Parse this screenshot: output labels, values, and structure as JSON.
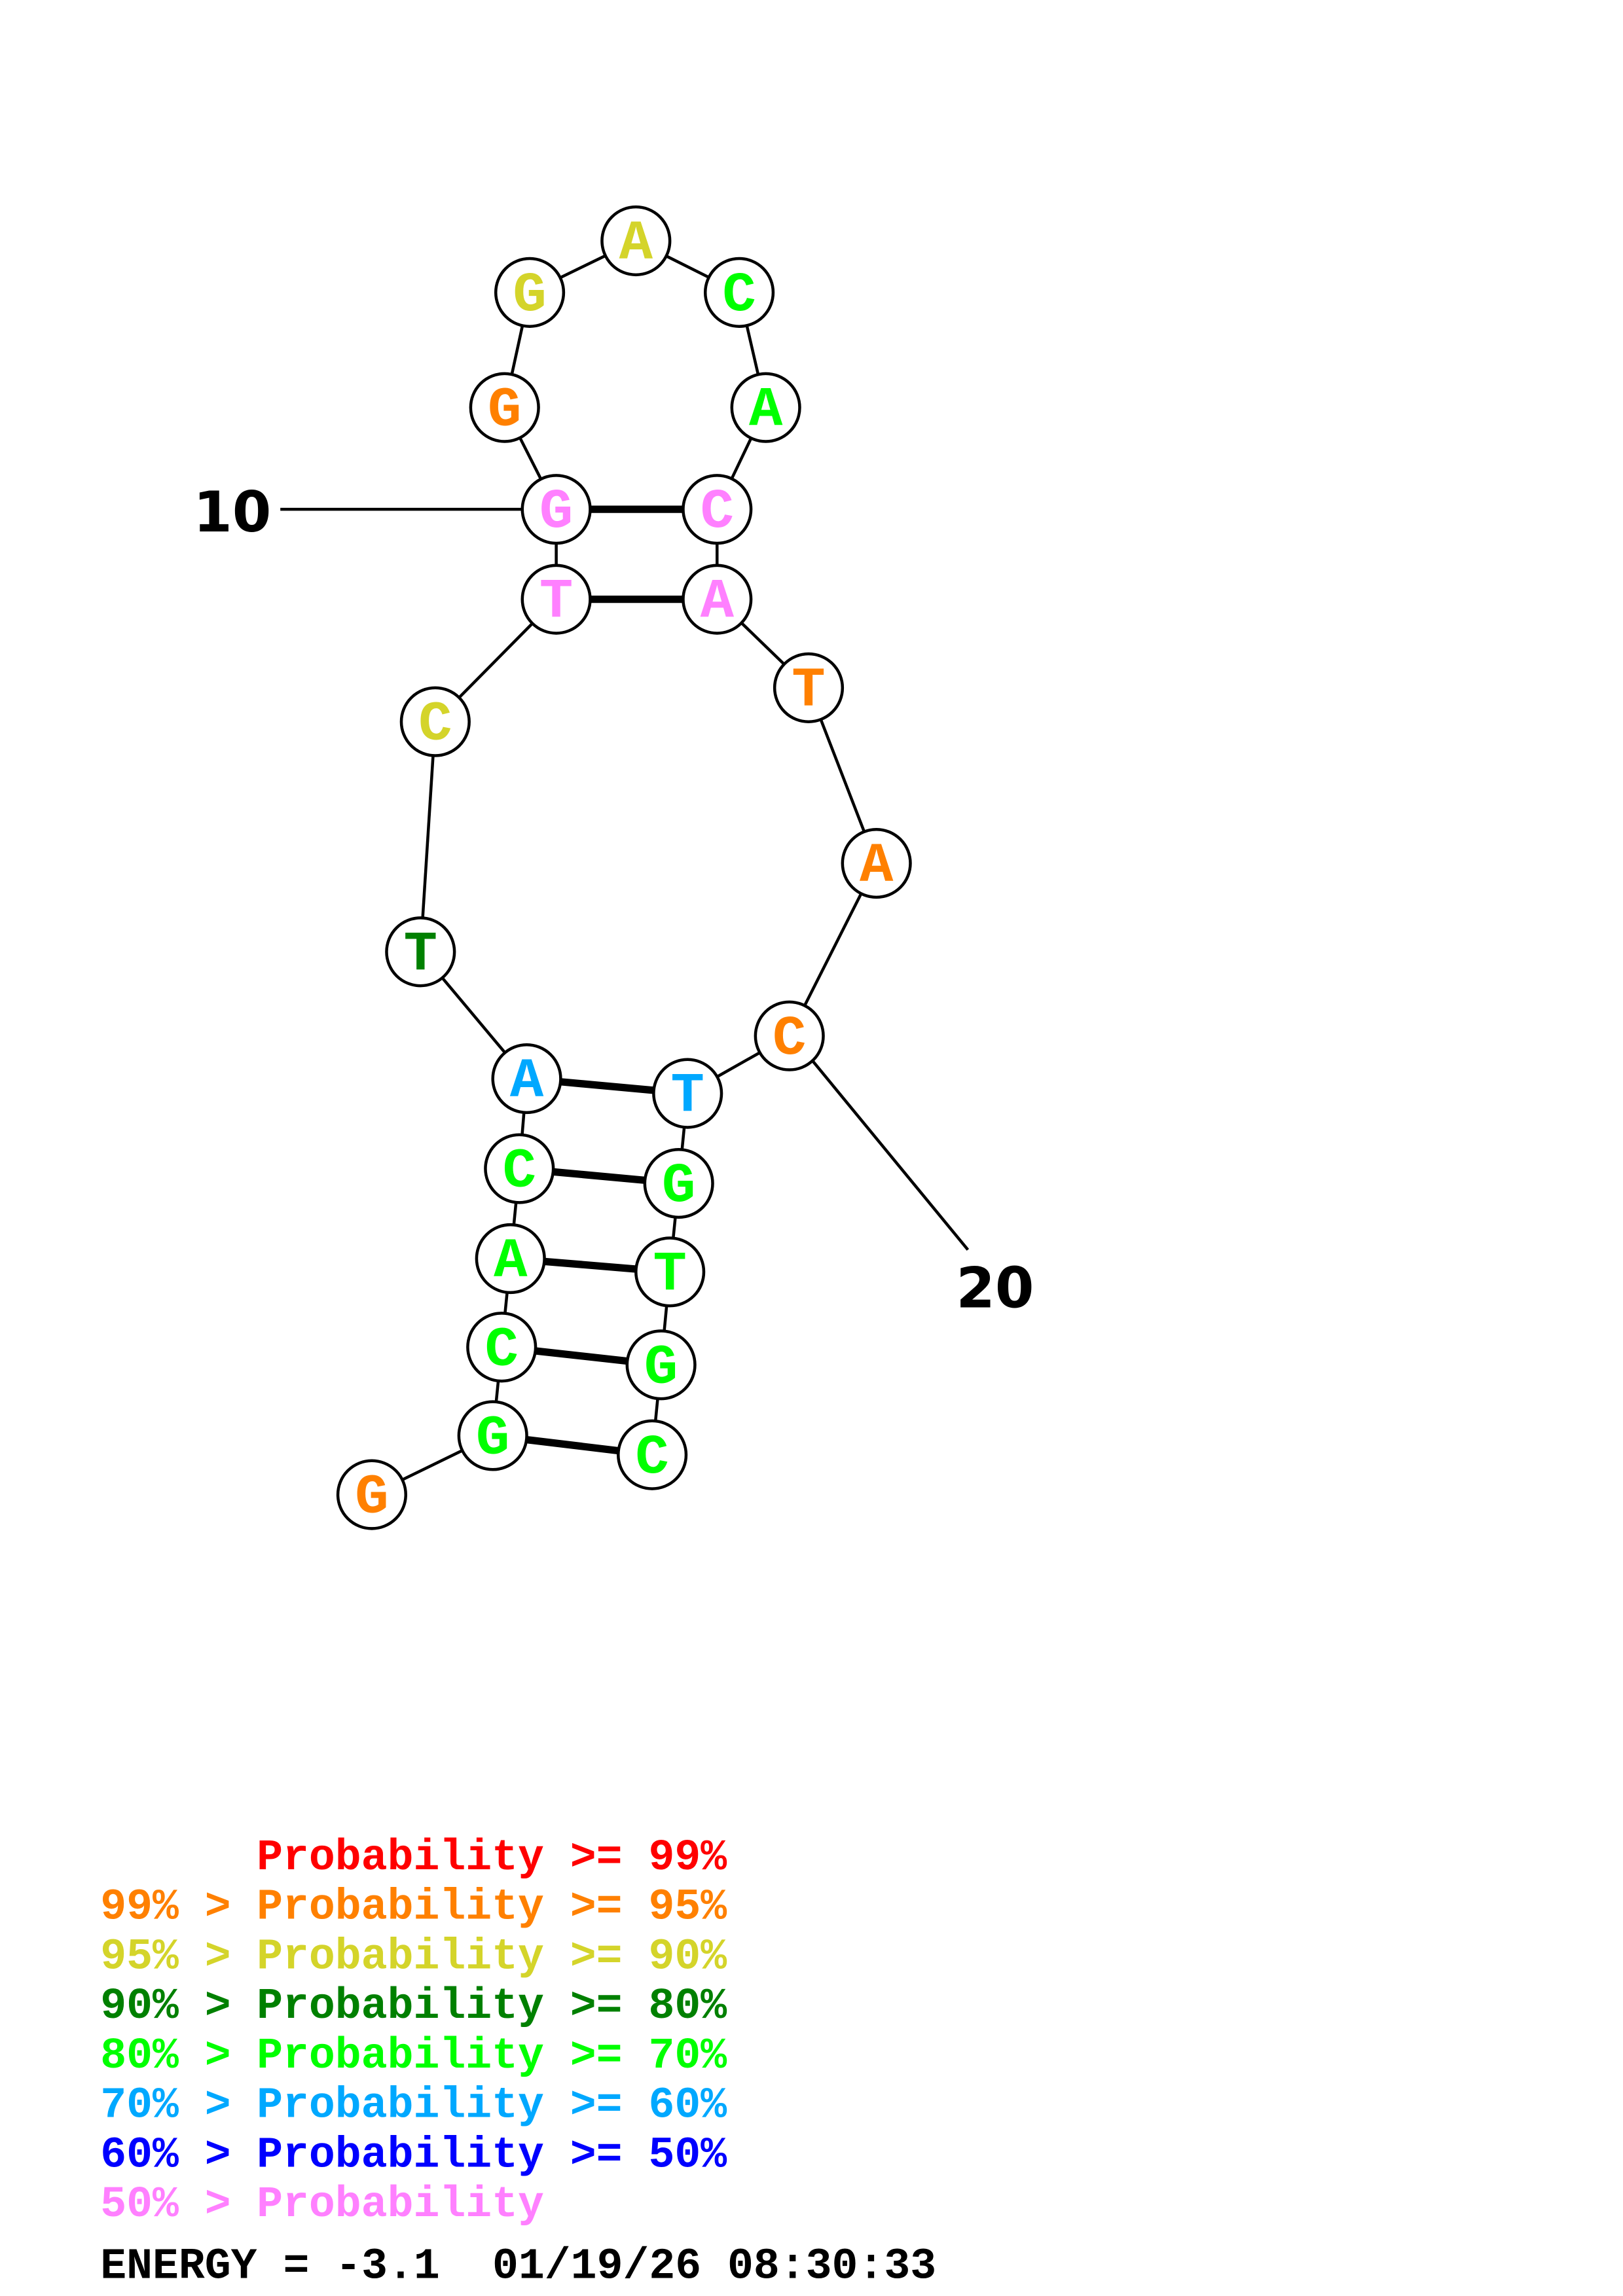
{
  "structure": {
    "sequence": [
      "G",
      "G",
      "C",
      "A",
      "C",
      "A",
      "T",
      "C",
      "T",
      "G",
      "G",
      "G",
      "A",
      "C",
      "A",
      "C",
      "A",
      "T",
      "A",
      "C",
      "T",
      "G",
      "T",
      "G",
      "C"
    ],
    "probability_class": [
      "p95",
      "p70",
      "p70",
      "p70",
      "p70",
      "p60",
      "p80",
      "p90",
      "lt50",
      "lt50",
      "p95",
      "p90",
      "p90",
      "p70",
      "p70",
      "lt50",
      "lt50",
      "p95",
      "p95",
      "p95",
      "p60",
      "p70",
      "p70",
      "p70",
      "p70"
    ],
    "pairs": [
      [
        2,
        25
      ],
      [
        3,
        24
      ],
      [
        4,
        23
      ],
      [
        5,
        22
      ],
      [
        6,
        21
      ],
      [
        9,
        17
      ],
      [
        10,
        16
      ]
    ],
    "position_labels": [
      {
        "index": 10,
        "text": "10"
      },
      {
        "index": 20,
        "text": "20"
      }
    ]
  },
  "colors": {
    "p99": "#ff0000",
    "p95": "#ff8000",
    "p90": "#d4d42a",
    "p80": "#008000",
    "p70": "#00ff00",
    "p60": "#00a8ff",
    "p50": "#0000ff",
    "lt50": "#ff80ff"
  },
  "legend": [
    {
      "prefix": "",
      "text": "Probability >= 99%",
      "color_key": "p99"
    },
    {
      "prefix": "99% > ",
      "text": "Probability >= 95%",
      "color_key": "p95"
    },
    {
      "prefix": "95% > ",
      "text": "Probability >= 90%",
      "color_key": "p90"
    },
    {
      "prefix": "90% > ",
      "text": "Probability >= 80%",
      "color_key": "p80"
    },
    {
      "prefix": "80% > ",
      "text": "Probability >= 70%",
      "color_key": "p70"
    },
    {
      "prefix": "70% > ",
      "text": "Probability >= 60%",
      "color_key": "p60"
    },
    {
      "prefix": "60% > ",
      "text": "Probability >= 50%",
      "color_key": "p50"
    },
    {
      "prefix": "50% > ",
      "text": "Probability",
      "color_key": "lt50"
    }
  ],
  "footer": {
    "energy": "ENERGY = -3.1",
    "timestamp": "01/19/26 08:30:33"
  }
}
